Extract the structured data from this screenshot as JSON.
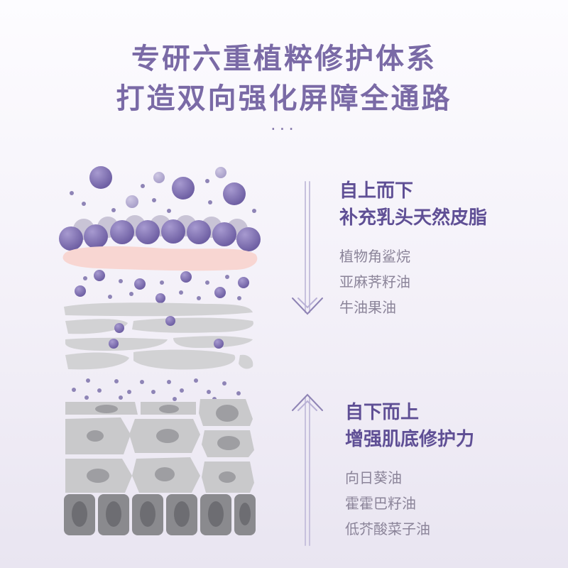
{
  "header": {
    "title_line1": "专研六重植粹修护体系",
    "title_line2": "打造双向强化屏障全通路",
    "dots": "···"
  },
  "top_section": {
    "direction": "自上而下",
    "claim": "补充乳头天然皮脂",
    "ingredients": [
      "植物角鲨烷",
      "亚麻荠籽油",
      "牛油果油"
    ]
  },
  "bottom_section": {
    "direction": "自下而上",
    "claim": "增强肌底修护力",
    "ingredients": [
      "向日葵油",
      "霍霍巴籽油",
      "低芥酸菜子油"
    ]
  },
  "colors": {
    "title": "#7a6aa6",
    "heading": "#5f4f95",
    "ingredient_text": "#8b8499",
    "molecule": "#8274b2",
    "sebum_layer": "#f8d6d2",
    "skin_cell": "#c9c9cb",
    "arrow": "#8f84b5"
  },
  "icons": {
    "down_arrow": "down-arrow-icon",
    "up_arrow": "up-arrow-icon"
  }
}
